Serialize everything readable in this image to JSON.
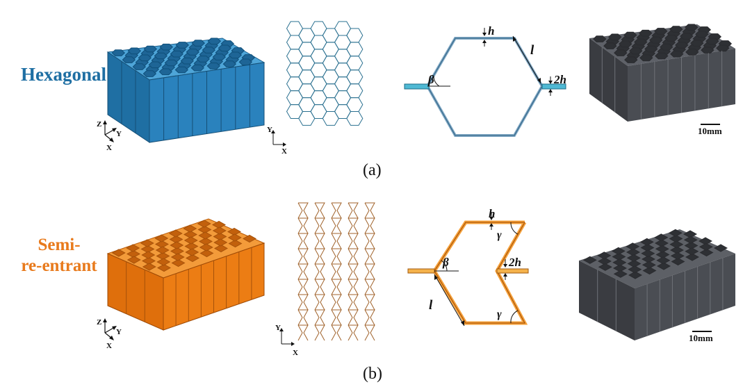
{
  "rows": [
    {
      "label": "Hexagonal",
      "label_color": "#1f6fa3",
      "caption": "(a)",
      "axes_3d": [
        "Z",
        "Y",
        "X"
      ],
      "axes_2d": [
        "Y",
        "X"
      ],
      "dims": {
        "h": "h",
        "l": "l",
        "two_h": "2h",
        "angle": "β"
      },
      "scale_bar": "10mm",
      "color": "#2a7fb6"
    },
    {
      "label_line1": "Semi-",
      "label_line2": "re-entrant",
      "label_color": "#e87a1c",
      "caption": "(b)",
      "axes_3d": [
        "Z",
        "Y",
        "X"
      ],
      "axes_2d": [
        "Y",
        "X"
      ],
      "dims": {
        "h": "h",
        "l": "l",
        "two_h": "2h",
        "angle": "β",
        "angle2": "γ",
        "angle3": "γ"
      },
      "scale_bar": "10mm",
      "color": "#ec7a12"
    }
  ]
}
